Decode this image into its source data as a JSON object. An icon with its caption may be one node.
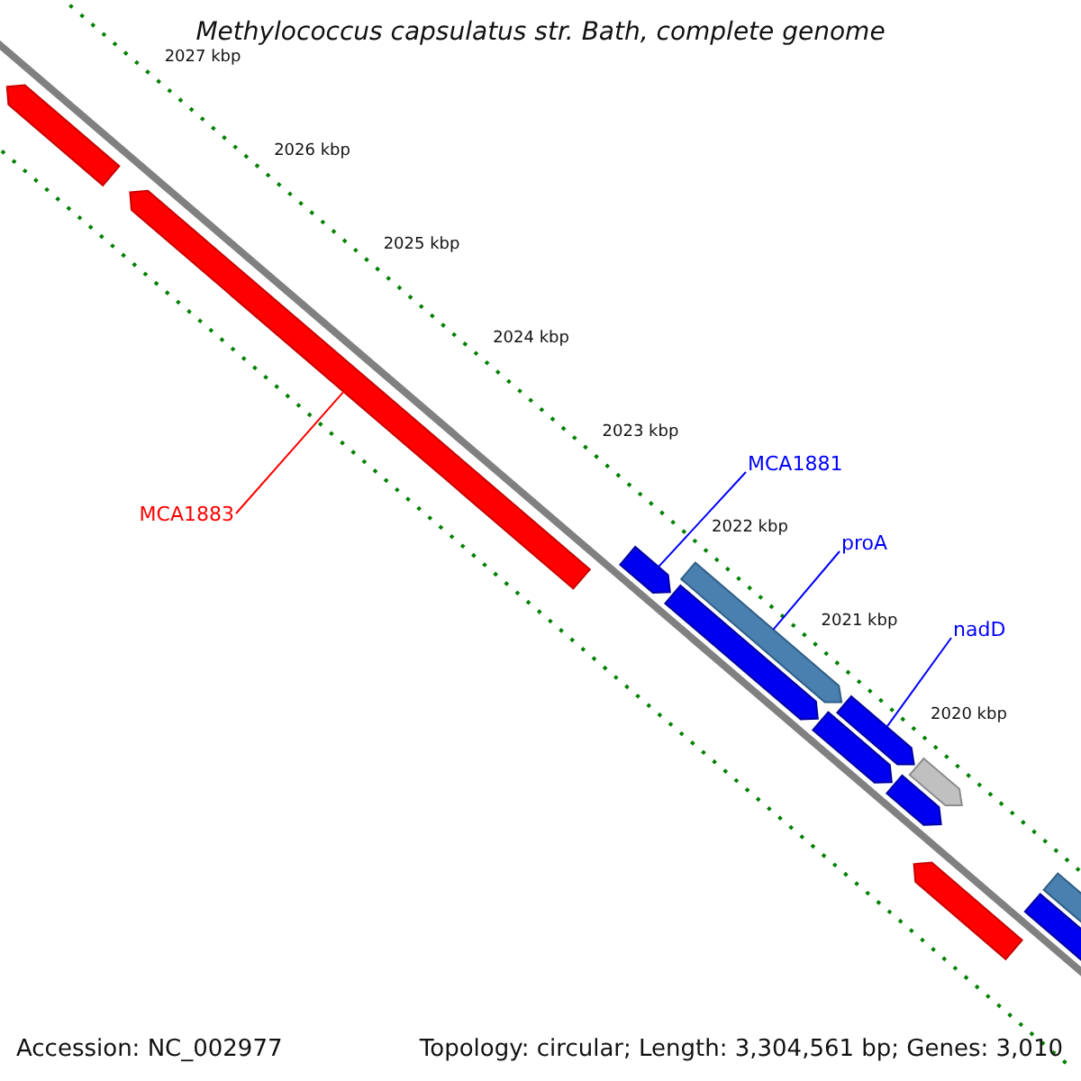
{
  "diagram": {
    "title": "Methylococcus capsulatus str. Bath, complete genome",
    "nodes": [
      {
        "text": [
          "MCA1883"
        ]
      },
      {
        "text": [],
        "shape": "bar"
      },
      {
        "text": [
          "MCA1881"
        ]
      },
      {
        "text": [],
        "shape": "bar"
      },
      {
        "text": [
          "proA"
        ]
      },
      {
        "text": [],
        "shape": "bar"
      },
      {
        "text": [
          "nadD"
        ]
      },
      {
        "text": [],
        "shape": "bar"
      }
    ],
    "edges": [
      {
        "from": 0,
        "to": 1,
        "arrow": "none",
        "color": "#ff0000"
      },
      {
        "from": 2,
        "to": 3,
        "arrow": "none"
      },
      {
        "from": 4,
        "to": 5,
        "arrow": "none"
      },
      {
        "from": 6,
        "to": 7,
        "arrow": "none"
      }
    ],
    "labels": [
      "2027 kbp",
      "2026 kbp",
      "2025 kbp",
      "2024 kbp",
      "2023 kbp",
      "2022 kbp",
      "2021 kbp",
      "2020 kbp",
      "Accession: NC_002977",
      "Topology: circular; Length: 3,304,561 bp; Genes: 3,010"
    ]
  }
}
